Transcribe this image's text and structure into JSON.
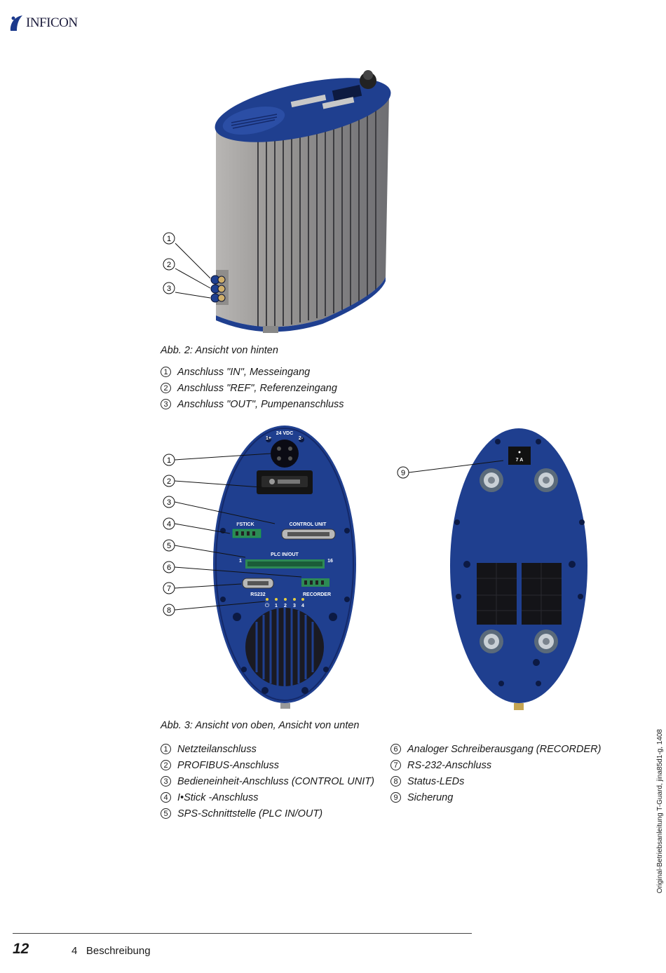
{
  "header": {
    "brand": "INFICON"
  },
  "figure2": {
    "callouts": [
      "1",
      "2",
      "3"
    ],
    "caption": "Abb. 2: Ansicht von hinten",
    "legend": [
      {
        "n": "1",
        "text": "Anschluss \"IN\", Messeingang"
      },
      {
        "n": "2",
        "text": "Anschluss \"REF\", Referenzeingang"
      },
      {
        "n": "3",
        "text": "Anschluss \"OUT\", Pumpenanschluss"
      }
    ]
  },
  "figure3": {
    "callouts": [
      "1",
      "2",
      "3",
      "4",
      "5",
      "6",
      "7",
      "8",
      "9"
    ],
    "device_labels": {
      "vdc": "24 VDC",
      "plus": "1+",
      "minus": "2-",
      "istick": "I²STICK",
      "control_unit": "CONTROL UNIT",
      "plc": "PLC IN/OUT",
      "plc_start": "1",
      "plc_end": "16",
      "rs232": "RS232",
      "recorder": "RECORDER",
      "led_labels": [
        "1",
        "2",
        "3",
        "4"
      ],
      "power_symbol": "⏻",
      "fuse": "7 A"
    },
    "caption": "Abb. 3: Ansicht von oben, Ansicht von unten",
    "legend_left": [
      {
        "n": "1",
        "text": "Netzteilanschluss"
      },
      {
        "n": "2",
        "text": "PROFIBUS-Anschluss"
      },
      {
        "n": "3",
        "text": "Bedieneinheit-Anschluss (CONTROL UNIT)"
      },
      {
        "n": "4",
        "text": "I•Stick -Anschluss"
      },
      {
        "n": "5",
        "text": "SPS-Schnittstelle (PLC IN/OUT)"
      }
    ],
    "legend_right": [
      {
        "n": "6",
        "text": "Analoger Schreiberausgang (RECORDER)"
      },
      {
        "n": "7",
        "text": "RS-232-Anschluss"
      },
      {
        "n": "8",
        "text": "Status-LEDs"
      },
      {
        "n": "9",
        "text": "Sicherung"
      }
    ]
  },
  "sidebar_text": "Original-Betriebsanleitung T-Guard, jina85d1-g, 1408",
  "footer": {
    "page_number": "12",
    "chapter": "4   Beschreibung"
  },
  "colors": {
    "device_blue": "#1f3f8f",
    "housing_grey": "#a9a9ad",
    "brand_blue": "#1c3a8c"
  }
}
